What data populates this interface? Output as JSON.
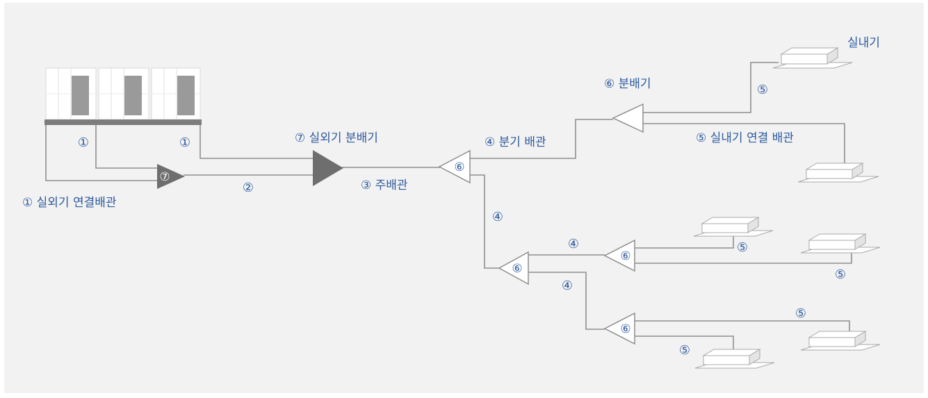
{
  "labels": {
    "outdoor_conn": "① 실외기 연결배관",
    "outdoor_header": "⑦ 실외기 분배기",
    "main_pipe": "③ 주배관",
    "branch_pipe": "④ 분기 배관",
    "distributor": "⑥ 분배기",
    "indoor_conn": "⑤ 실내기 연결 배관",
    "indoor_unit": "실내기"
  },
  "markers": {
    "one": "①",
    "two": "②",
    "four": "④",
    "five": "⑤",
    "six": "⑥",
    "seven": "⑦"
  },
  "colors": {
    "background": "#f2f2f2",
    "pipe": "#8e8e8e",
    "label": "#2d5a9e",
    "header_fill": "#6e6e6e"
  }
}
